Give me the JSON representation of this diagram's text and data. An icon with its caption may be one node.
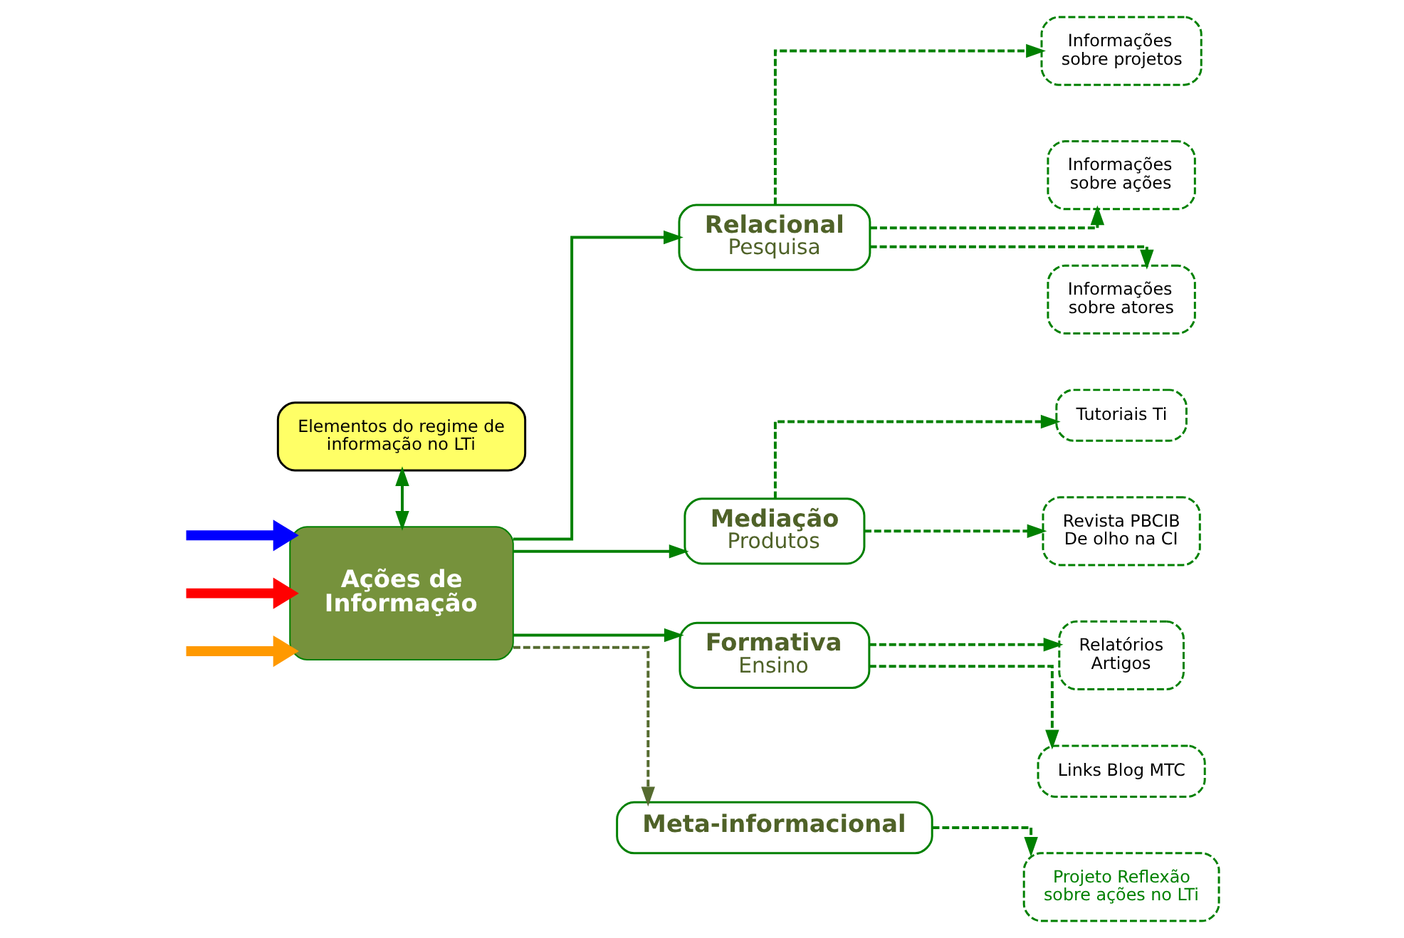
{
  "diagram": {
    "nodes": [
      {
        "text": [
          "Elementos do regime de informação no LTi"
        ]
      },
      {
        "text": [
          "Ações de Informação"
        ]
      },
      {
        "text": [
          "Relacional",
          "Pesquisa"
        ]
      },
      {
        "text": [
          "Informações sobre projetos"
        ]
      },
      {
        "text": [
          "Informações sobre ações"
        ]
      },
      {
        "text": [
          "Informações sobre atores"
        ]
      },
      {
        "text": [
          "Mediação",
          "Produtos"
        ]
      },
      {
        "text": [
          "Tutoriais Ti"
        ]
      },
      {
        "text": [
          "Revista PBCIB De olho na CI"
        ]
      },
      {
        "text": [
          "Formativa",
          "Ensino"
        ]
      },
      {
        "text": [
          "Relatórios Artigos"
        ]
      },
      {
        "text": [
          "Links Blog MTC"
        ]
      },
      {
        "text": [
          "Meta-informacional"
        ]
      },
      {
        "text": [
          "Projeto Reflexão sobre ações no LTi"
        ]
      }
    ],
    "edges": [
      {
        "from": 0,
        "to": 1,
        "arrow": "both"
      },
      {
        "from": null,
        "to": 1,
        "arrow": "to",
        "style": "thick",
        "color": "#0000ff"
      },
      {
        "from": null,
        "to": 1,
        "arrow": "to",
        "style": "thick",
        "color": "#ff0000"
      },
      {
        "from": null,
        "to": 1,
        "arrow": "to",
        "style": "thick",
        "color": "#ff9900"
      },
      {
        "from": 1,
        "to": 2,
        "arrow": "to"
      },
      {
        "from": 1,
        "to": 6,
        "arrow": "to"
      },
      {
        "from": 1,
        "to": 9,
        "arrow": "to"
      },
      {
        "from": 1,
        "to": 12,
        "arrow": "to",
        "style": "dashed",
        "color": "#556b2f"
      },
      {
        "from": 2,
        "to": 3,
        "arrow": "to",
        "style": "dashed"
      },
      {
        "from": 2,
        "to": 4,
        "arrow": "to",
        "style": "dashed"
      },
      {
        "from": 2,
        "to": 5,
        "arrow": "to",
        "style": "dashed"
      },
      {
        "from": 6,
        "to": 7,
        "arrow": "to",
        "style": "dashed"
      },
      {
        "from": 6,
        "to": 8,
        "arrow": "to",
        "style": "dashed"
      },
      {
        "from": 9,
        "to": 10,
        "arrow": "to",
        "style": "dashed"
      },
      {
        "from": 9,
        "to": 11,
        "arrow": "to",
        "style": "dashed"
      },
      {
        "from": 12,
        "to": 13,
        "arrow": "to",
        "style": "dashed"
      }
    ]
  }
}
